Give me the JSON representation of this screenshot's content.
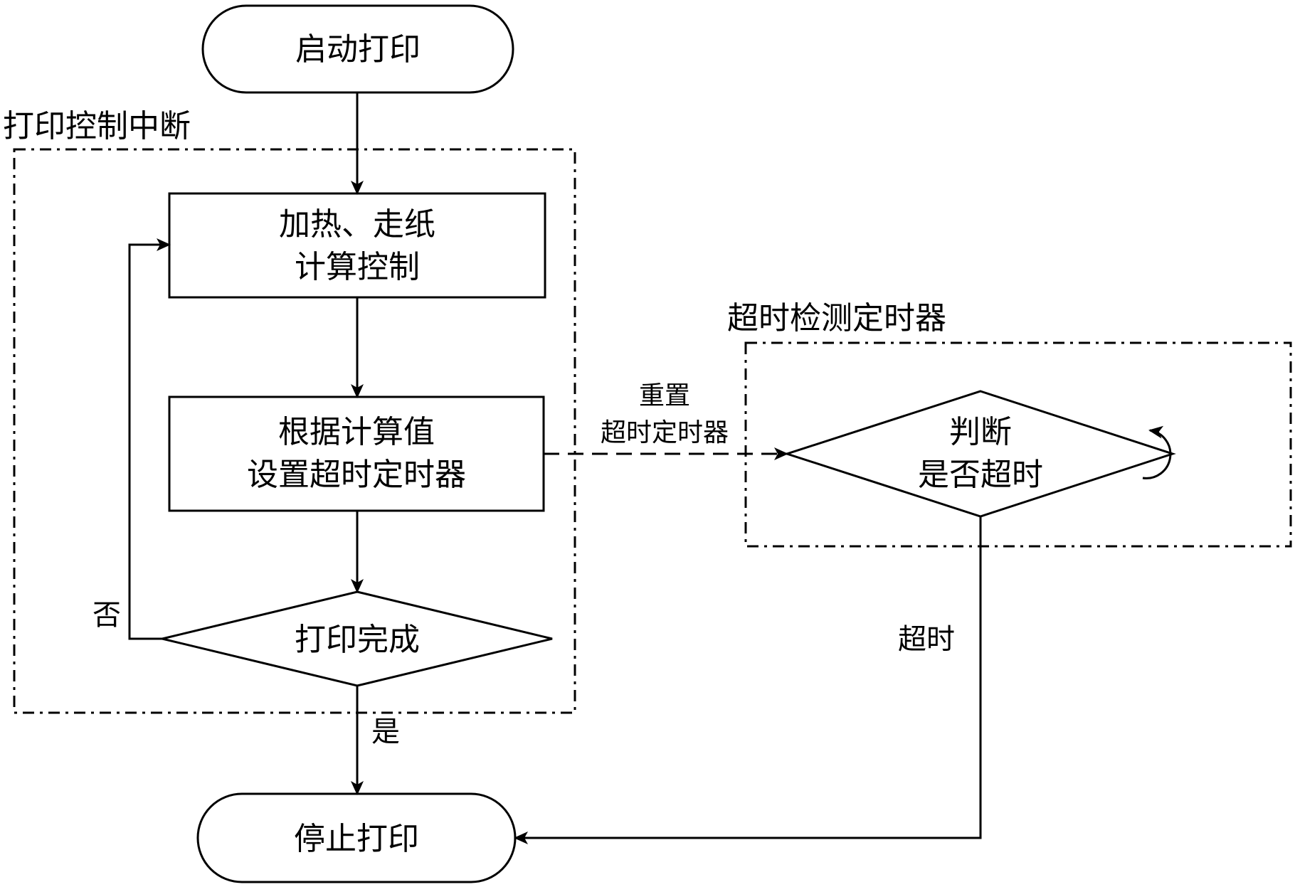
{
  "groups": {
    "print_interrupt": "打印控制中断",
    "timeout_timer": "超时检测定时器"
  },
  "nodes": {
    "start": "启动打印",
    "heat_line1": "加热、走纸",
    "heat_line2": "计算控制",
    "set_line1": "根据计算值",
    "set_line2": "设置超时定时器",
    "done": "打印完成",
    "judge_line1": "判断",
    "judge_line2": "是否超时",
    "stop": "停止打印"
  },
  "edges": {
    "no": "否",
    "yes": "是",
    "reset_line1": "重置",
    "reset_line2": "超时定时器",
    "timeout": "超时"
  }
}
